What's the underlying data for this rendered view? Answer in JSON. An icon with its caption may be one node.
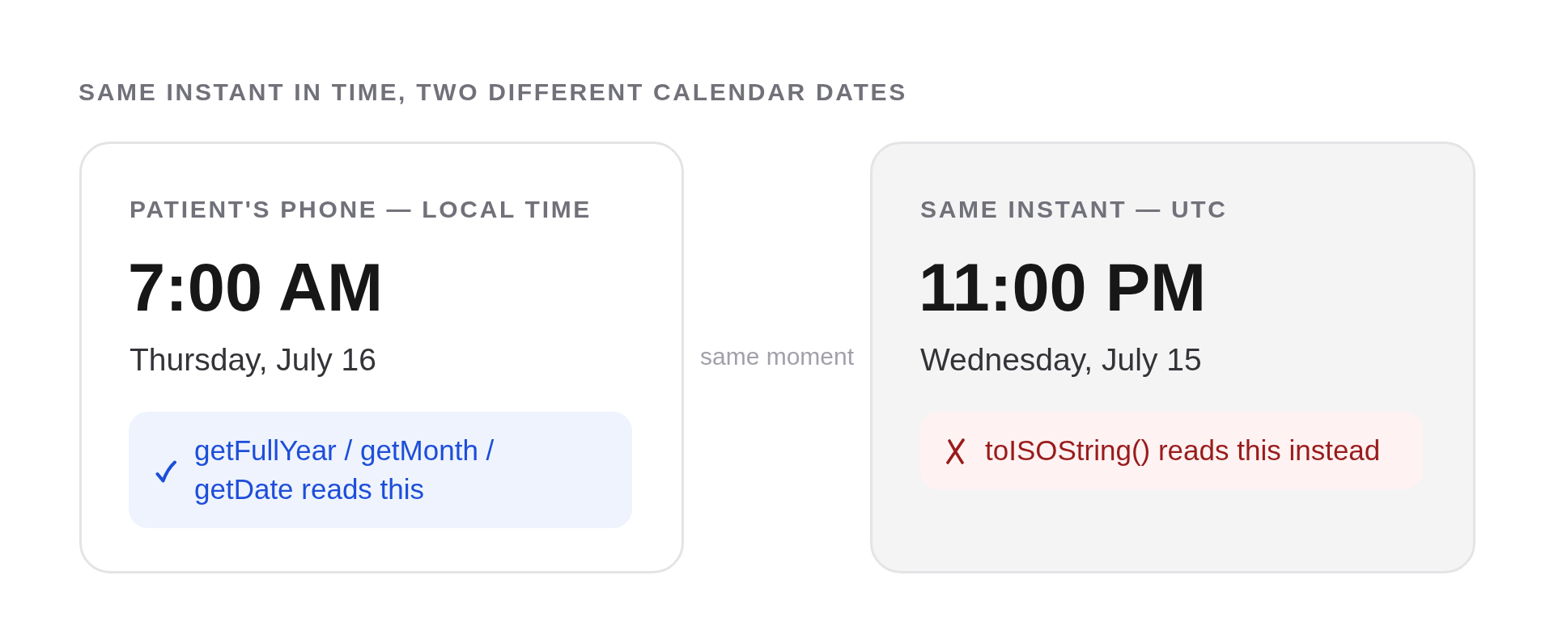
{
  "diagram": {
    "title": "SAME INSTANT IN TIME, TWO DIFFERENT CALENDAR DATES",
    "nodes": [
      {
        "text": [
          "PATIENT'S PHONE — LOCAL TIME",
          "7:00 AM",
          "Thursday, July 16"
        ]
      },
      {
        "text": [
          "getFullYear / getMonth / getDate reads this"
        ],
        "in": 0
      },
      {
        "text": [
          "SAME INSTANT — UTC",
          "11:00 PM",
          "Wednesday, July 15"
        ]
      },
      {
        "text": [
          "toISOString() reads this instead"
        ],
        "in": 2
      }
    ],
    "labels": [
      "same moment"
    ]
  }
}
